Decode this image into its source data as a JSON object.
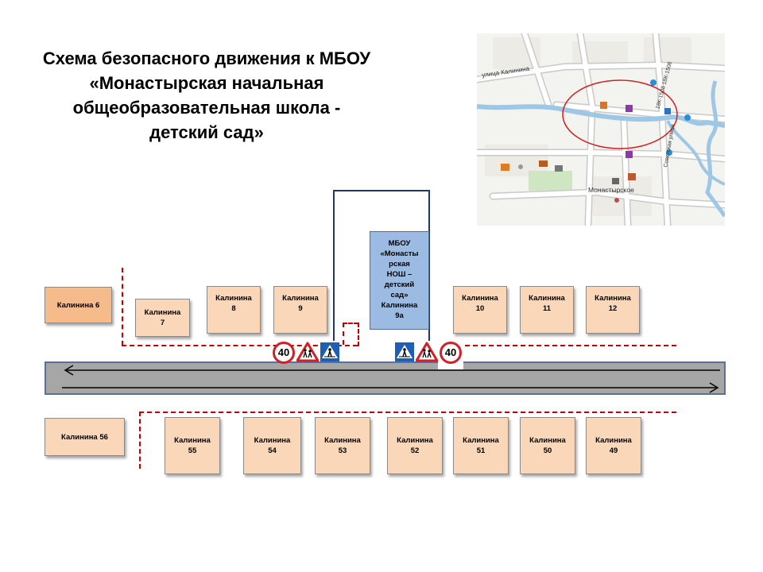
{
  "title": {
    "line1": "Схема безопасного движения к МБОУ",
    "line2": "«Монастырская начальная",
    "line3": "общеобразовательная школа -",
    "line4": "детский сад»"
  },
  "school": {
    "lines": [
      "МБОУ",
      "«Монасты",
      "рская",
      "НОШ –",
      "детский",
      "сад»",
      "Калинина",
      "9а"
    ]
  },
  "houses_north": [
    {
      "line1": "Калинина 6",
      "line2": ""
    },
    {
      "line1": "Калинина",
      "line2": "7"
    },
    {
      "line1": "Калинина",
      "line2": "8"
    },
    {
      "line1": "Калинина",
      "line2": "9"
    },
    {
      "line1": "Калинина",
      "line2": "10"
    },
    {
      "line1": "Калинина",
      "line2": "11"
    },
    {
      "line1": "Калинина",
      "line2": "12"
    }
  ],
  "houses_south": [
    {
      "line1": "Калинина 56",
      "line2": ""
    },
    {
      "line1": "Калинина",
      "line2": "55"
    },
    {
      "line1": "Калинина",
      "line2": "54"
    },
    {
      "line1": "Калинина",
      "line2": "53"
    },
    {
      "line1": "Калинина",
      "line2": "52"
    },
    {
      "line1": "Калинина",
      "line2": "51"
    },
    {
      "line1": "Калинина",
      "line2": "50"
    },
    {
      "line1": "Калинина",
      "line2": "49"
    }
  ],
  "signs": {
    "speed_limit": "40"
  },
  "map": {
    "street_kalinina": "улица Калинина",
    "road_labels": "18К-1508 18К-1506",
    "street_sovetskaya": "Советская улица",
    "village": "Монастырское"
  },
  "colors": {
    "house_fill": "#fad7b8",
    "school_fill": "#9cbbe3",
    "route_dash": "#c00000",
    "road": "#a6a6a6"
  }
}
